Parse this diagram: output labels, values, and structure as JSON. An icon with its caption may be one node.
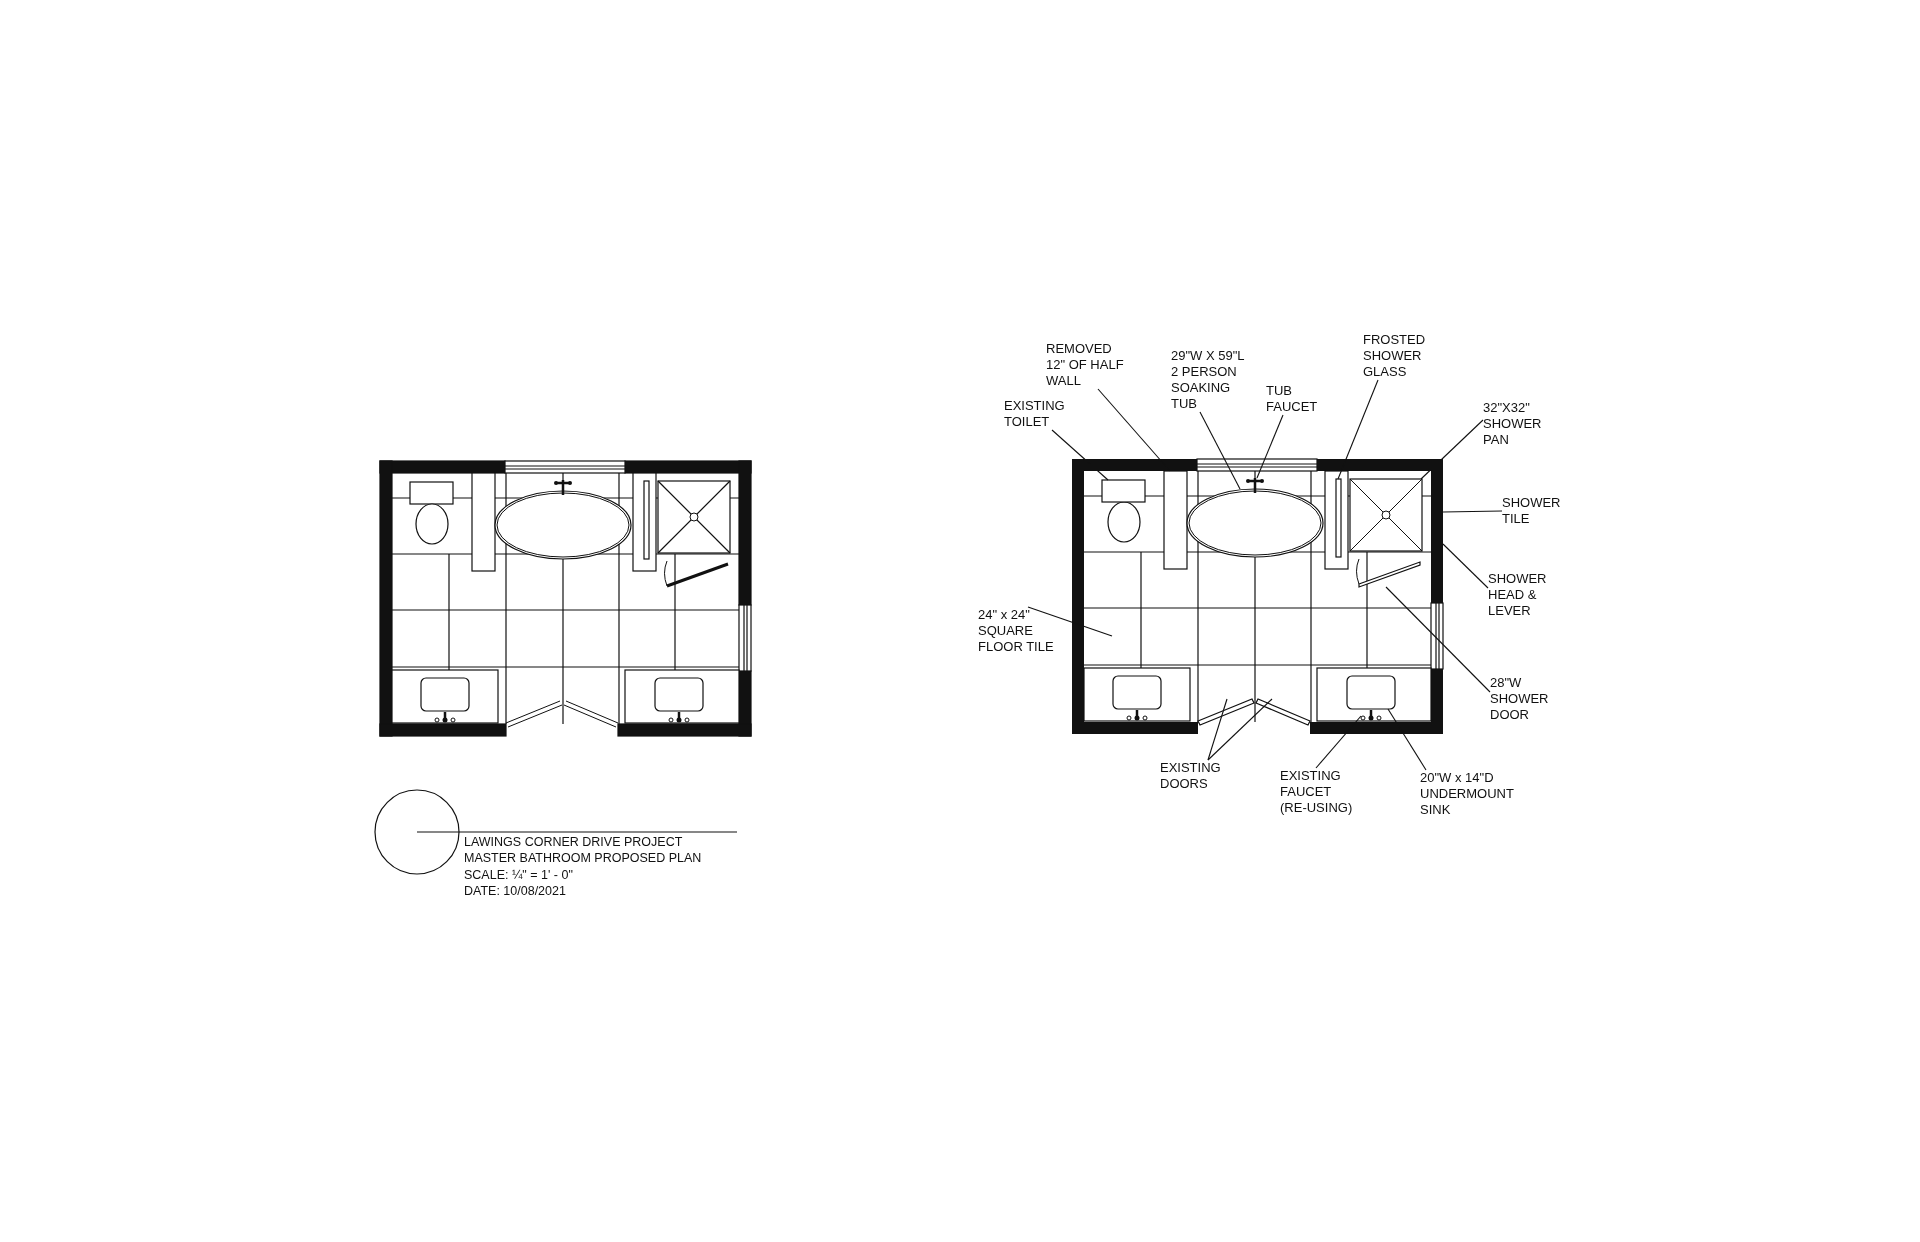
{
  "diagram": {
    "nodes": [
      {
        "text": [
          "EXISTING TOILET"
        ]
      },
      {
        "text": [
          "REMOVED 12\" OF HALF WALL"
        ]
      },
      {
        "text": [
          "29\"W X 59\"L 2 PERSON SOAKING TUB"
        ]
      },
      {
        "text": [
          "TUB FAUCET"
        ]
      },
      {
        "text": [
          "FROSTED SHOWER GLASS"
        ]
      },
      {
        "text": [
          "32\"X32\" SHOWER PAN"
        ]
      },
      {
        "text": [
          "SHOWER TILE"
        ]
      },
      {
        "text": [
          "SHOWER HEAD & LEVER"
        ]
      },
      {
        "text": [
          "24\" x 24\" SQUARE FLOOR TILE"
        ]
      },
      {
        "text": [
          "28\"W SHOWER DOOR"
        ]
      },
      {
        "text": [
          "EXISTING DOORS"
        ]
      },
      {
        "text": [
          "EXISTING FAUCET (RE-USING)"
        ]
      },
      {
        "text": [
          "20\"W x 14\"D UNDERMOUNT SINK"
        ]
      },
      {
        "text": [],
        "shape": "box",
        "in": 19
      },
      {
        "text": [],
        "shape": "box",
        "in": 19
      },
      {
        "text": [],
        "shape": "ellipse",
        "in": 19
      },
      {
        "text": [],
        "shape": "picture",
        "in": 19
      },
      {
        "text": [],
        "shape": "bar",
        "in": 19
      },
      {
        "text": [],
        "shape": "box",
        "in": 19
      },
      {
        "text": [],
        "shape": "box"
      },
      {
        "text": [],
        "shape": "bar",
        "in": 19
      },
      {
        "text": [],
        "shape": "bar",
        "in": 19
      },
      {
        "text": [],
        "shape": "bar",
        "in": 19
      },
      {
        "text": [],
        "shape": "picture",
        "in": 19
      },
      {
        "text": [],
        "shape": "box",
        "in": 19
      }
    ],
    "edges": [
      {
        "from": 0,
        "to": 13,
        "arrow": "none"
      },
      {
        "from": 1,
        "to": 14,
        "arrow": "none"
      },
      {
        "from": 2,
        "to": 15,
        "arrow": "none"
      },
      {
        "from": 3,
        "to": 16,
        "arrow": "none"
      },
      {
        "from": 4,
        "to": 17,
        "arrow": "none"
      },
      {
        "from": 5,
        "to": 18,
        "arrow": "none"
      },
      {
        "from": 6,
        "to": 19,
        "arrow": "none"
      },
      {
        "from": 7,
        "to": 19,
        "arrow": "none"
      },
      {
        "from": 8,
        "to": 19,
        "arrow": "none"
      },
      {
        "from": 9,
        "to": 20,
        "arrow": "none"
      },
      {
        "from": 10,
        "to": 21,
        "arrow": "none"
      },
      {
        "from": 10,
        "to": 22,
        "arrow": "none"
      },
      {
        "from": 11,
        "to": 23,
        "arrow": "none"
      },
      {
        "from": 12,
        "to": 24,
        "arrow": "none"
      }
    ],
    "labels": [
      "LAWINGS CORNER DRIVE PROJECT",
      "MASTER BATHROOM PROPOSED PLAN",
      "SCALE: ¼\" = 1' - 0\"",
      "DATE: 10/08/2021"
    ]
  }
}
